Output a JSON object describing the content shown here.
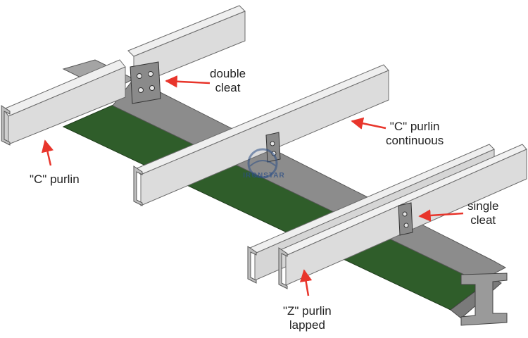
{
  "labels": {
    "double_cleat": [
      "double",
      "cleat"
    ],
    "c_purlin_continuous": [
      "\"C\" purlin",
      "continuous"
    ],
    "c_purlin": [
      "\"C\" purlin"
    ],
    "single_cleat": [
      "single",
      "cleat"
    ],
    "z_purlin_lapped": [
      "\"Z\" purlin",
      "lapped"
    ]
  },
  "watermark": {
    "text": "IRONSTAR"
  },
  "colors": {
    "beam_web": "#2f5d2a",
    "beam_flange": "#8c8c8c",
    "purlin": "#e2e2e2",
    "purlin_edge": "#6b6b6b",
    "cleat": "#8a8a8a",
    "arrow": "#e8352b"
  }
}
